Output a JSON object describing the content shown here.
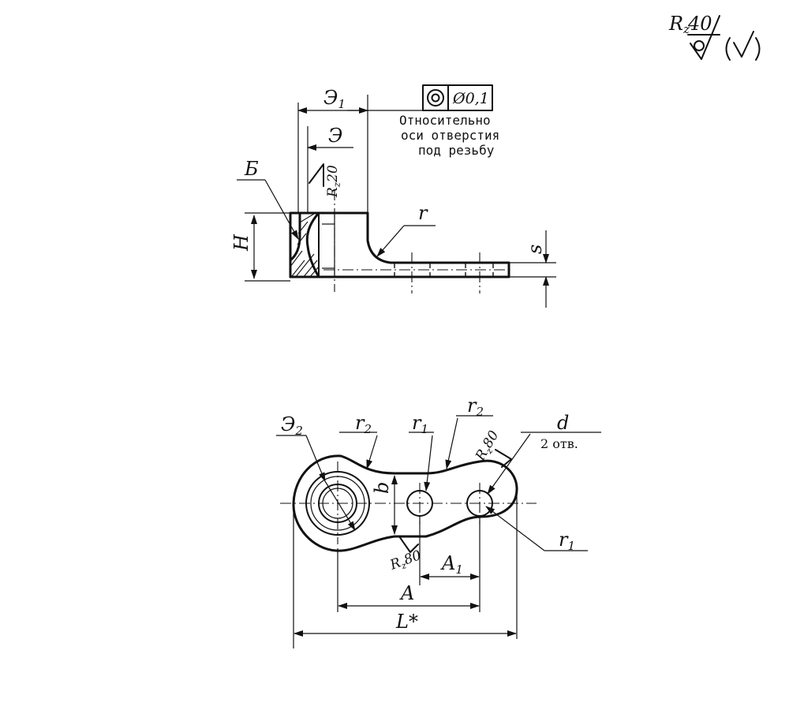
{
  "corner_roughness": {
    "label": "Rz 40",
    "rz": "R",
    "rz_sub": "z",
    "value": "40",
    "bracket_symbol": "(√)"
  },
  "tolerance_frame": {
    "symbol": "concentricity-icon",
    "value": "Ø0,1",
    "note_lines": [
      "Относительно",
      "оси отверстия",
      "под резьбу"
    ]
  },
  "side_view": {
    "labels": {
      "d1": "Э",
      "d1_sub": "1",
      "d": "Э",
      "b_section": "Б",
      "r": "r",
      "h": "H",
      "s": "s",
      "roughness_rz20_r": "R",
      "roughness_rz20_sub": "z",
      "roughness_rz20_val": "20"
    }
  },
  "top_view": {
    "labels": {
      "d2": "Э",
      "d2_sub": "2",
      "r2_left": "r",
      "r2_left_sub": "2",
      "r1_top": "r",
      "r1_top_sub": "1",
      "r2_right": "r",
      "r2_right_sub": "2",
      "d_hole": "d",
      "holes_note": "2 отв.",
      "rz80_right_r": "R",
      "rz80_right_sub": "z",
      "rz80_right_val": "80",
      "rz80_bottom_r": "R",
      "rz80_bottom_sub": "z",
      "rz80_bottom_val": "80",
      "r1_right": "r",
      "r1_right_sub": "1",
      "b": "b",
      "a1": "A",
      "a1_sub": "1",
      "a": "A",
      "l": "L*"
    }
  }
}
